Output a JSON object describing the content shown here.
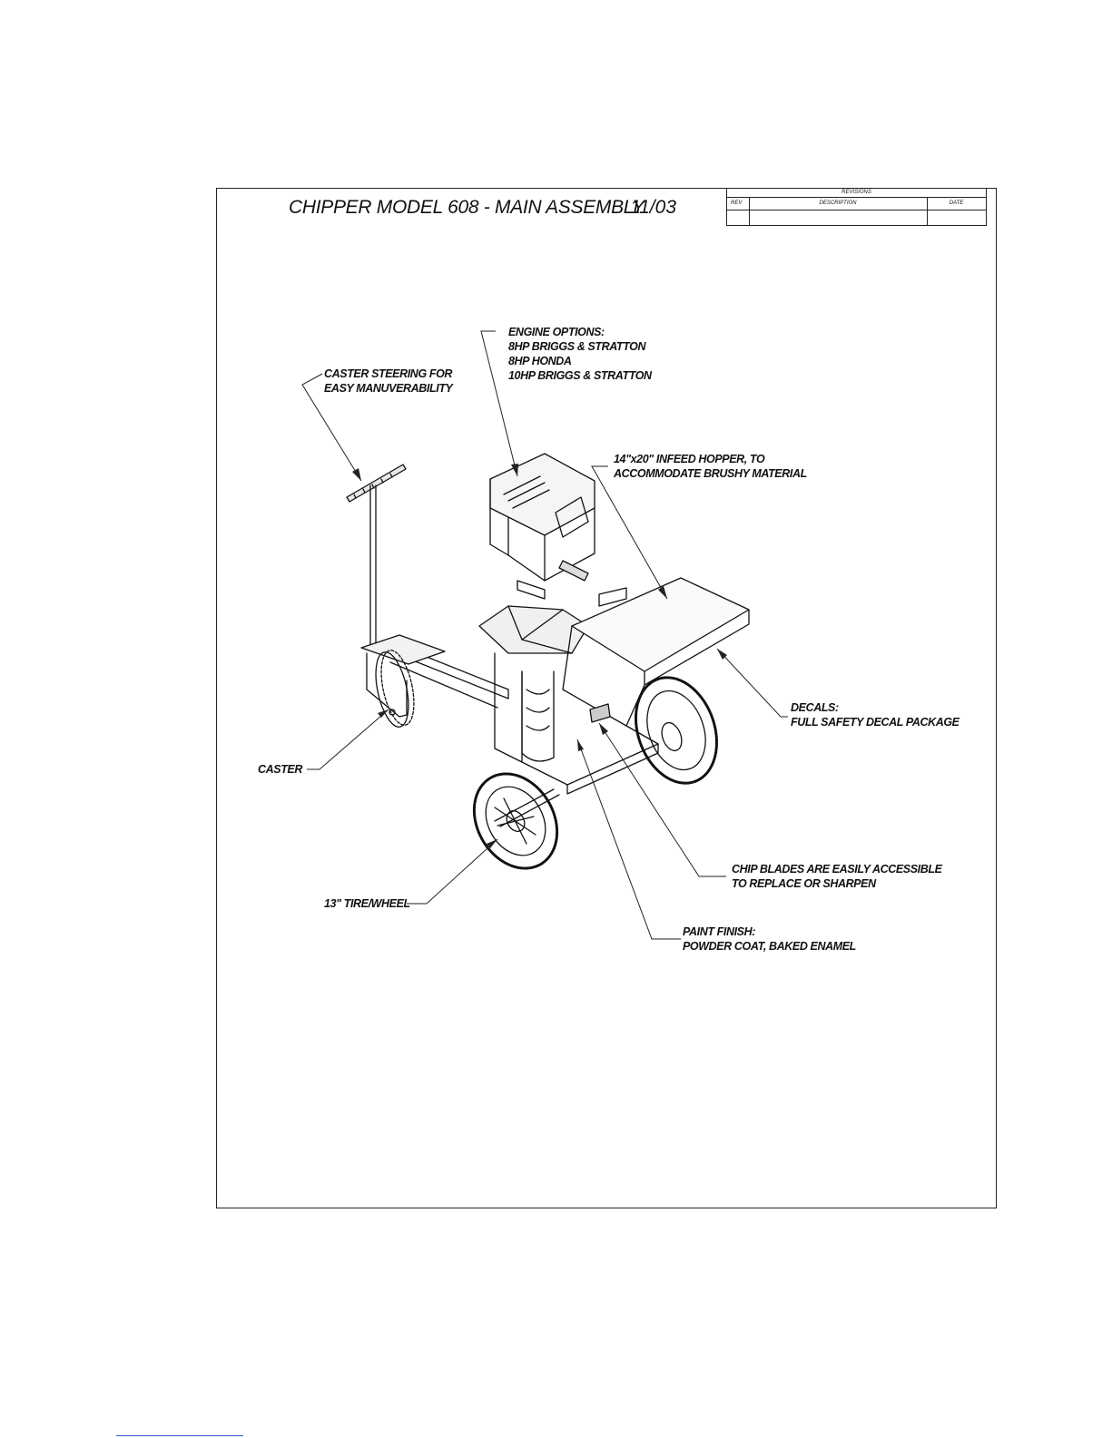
{
  "header": {
    "title": "CHIPPER MODEL 608 - MAIN ASSEMBLY",
    "date": "11/03"
  },
  "revisions": {
    "heading": "REVISIONS",
    "rev": "REV",
    "description": "DESCRIPTION",
    "date": "DATE"
  },
  "callouts": {
    "engine": [
      "ENGINE OPTIONS:",
      "8HP BRIGGS & STRATTON",
      "8HP HONDA",
      "10HP BRIGGS & STRATTON"
    ],
    "steering": [
      "CASTER STEERING FOR",
      "EASY MANUVERABILITY"
    ],
    "hopper": [
      "14\"x20\" INFEED HOPPER, TO",
      "ACCOMMODATE BRUSHY MATERIAL"
    ],
    "decals": [
      "DECALS:",
      "FULL SAFETY DECAL PACKAGE"
    ],
    "caster": "CASTER",
    "tire": "13\" TIRE/WHEEL",
    "blades": [
      "CHIP BLADES ARE EASILY ACCESSIBLE",
      "TO REPLACE OR SHARPEN"
    ],
    "paint": [
      "PAINT FINISH:",
      "POWDER COAT, BAKED ENAMEL"
    ]
  }
}
